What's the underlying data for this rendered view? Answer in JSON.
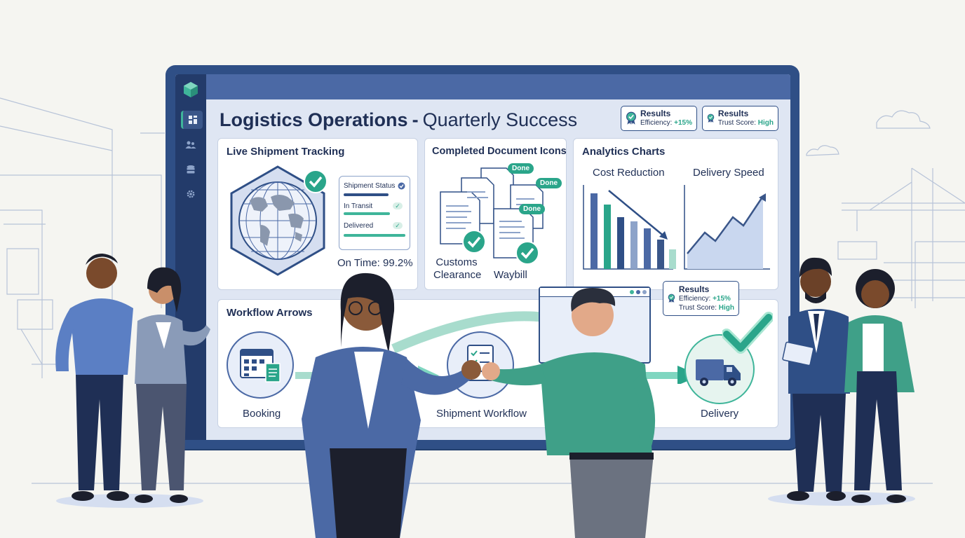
{
  "app": {
    "title_main": "Logistics Operations",
    "title_sep": "-",
    "title_sub": "Quarterly Success"
  },
  "badges": [
    {
      "heading": "Results",
      "key": "Efficiency:",
      "value": "+15%"
    },
    {
      "heading": "Results",
      "key": "Trust Score:",
      "value": "High"
    }
  ],
  "floating_badge": {
    "heading": "Results",
    "line1_key": "Efficiency:",
    "line1_value": "+15%",
    "line2_key": "Trust Score:",
    "line2_value": "High"
  },
  "sidebar": {
    "items": [
      {
        "icon": "dashboard-icon",
        "active": true
      },
      {
        "icon": "users-icon",
        "active": false
      },
      {
        "icon": "database-icon",
        "active": false
      },
      {
        "icon": "gear-icon",
        "active": false
      }
    ]
  },
  "tracking": {
    "title": "Live Shipment Tracking",
    "status_title": "Shipment Status",
    "rows": [
      {
        "label": "In Transit",
        "progress": 0.75
      },
      {
        "label": "Delivered",
        "progress": 1.0
      }
    ],
    "on_time": "On Time: 99.2%"
  },
  "documents": {
    "title": "Completed Document Icons",
    "done_labels": [
      "Done",
      "Done",
      "Done"
    ],
    "doc_labels": [
      "Customs\nClearance",
      "Waybill"
    ]
  },
  "analytics": {
    "title": "Analytics Charts",
    "charts": [
      "Cost Reduction",
      "Delivery Speed"
    ]
  },
  "workflow": {
    "title": "Workflow Arrows",
    "steps": [
      "Booking",
      "Shipment Workflow",
      "Delivery"
    ]
  },
  "colors": {
    "navy": "#1f2f55",
    "frame": "#2f4f86",
    "accent": "#3fb59a",
    "panel": "#dfe6f3"
  }
}
